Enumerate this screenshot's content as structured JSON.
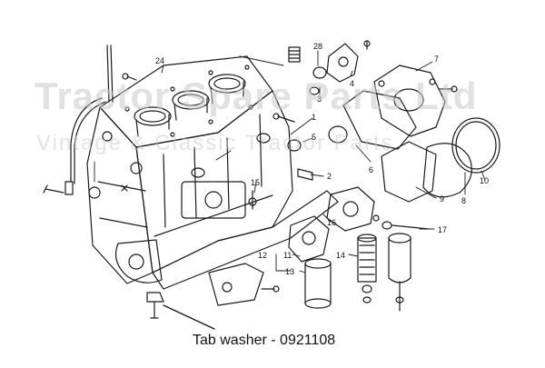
{
  "watermark": {
    "title": "Tractor Spare Parts Ltd",
    "subtitle": "Vintage & Classic Tractor Parts"
  },
  "caption": "Tab washer - 0921108",
  "callouts": [
    "24",
    "28",
    "3",
    "4",
    "7",
    "1",
    "5",
    "2",
    "6",
    "9",
    "8",
    "10",
    "15",
    "16",
    "17",
    "14",
    "12",
    "11",
    "13"
  ]
}
